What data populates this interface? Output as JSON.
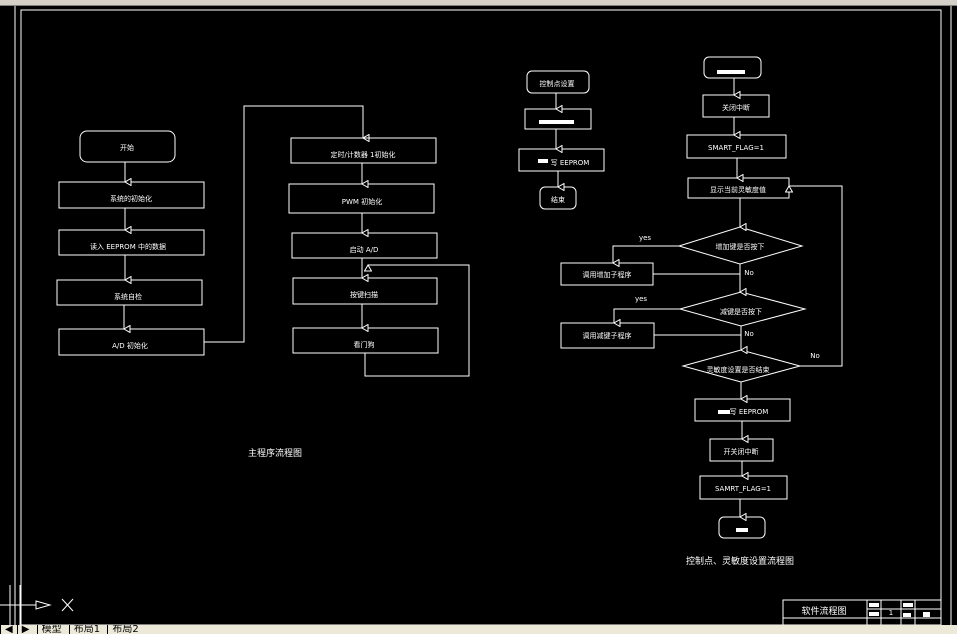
{
  "window": {
    "tabs": [
      {
        "label": "模型"
      },
      {
        "label": "布局1"
      },
      {
        "label": "布局2"
      }
    ]
  },
  "main_flow": {
    "caption": "主程序流程图",
    "steps": [
      "开始",
      "系统的初始化",
      "读入 EEPROM 中的数据",
      "系统自检",
      "A/D 初始化",
      "定时/计数器 1初始化",
      "PWM 初始化",
      "启动 A/D",
      "按键扫描",
      "看门狗"
    ]
  },
  "control_flow": {
    "steps": [
      "控制点设置",
      "",
      "写 EEPROM",
      "结束"
    ]
  },
  "sensitivity_flow": {
    "caption": "控制点、灵敏度设置流程图",
    "steps": [
      "",
      "关闭中断",
      "SMART_FLAG=1",
      "显示当前灵敏度值",
      "增加键是否按下",
      "调用增加子程序",
      "减键是否按下",
      "调用减键子程序",
      "灵敏度设置是否结束",
      "写 EEPROM",
      "开关闭中断",
      "SAMRT_FLAG=1",
      ""
    ],
    "yes_label": "yes",
    "no_label": "No"
  },
  "title_block": {
    "title": "软件流程图",
    "sheet": "1"
  },
  "colors": {
    "background": "#000000",
    "lines": "#ffffff"
  }
}
